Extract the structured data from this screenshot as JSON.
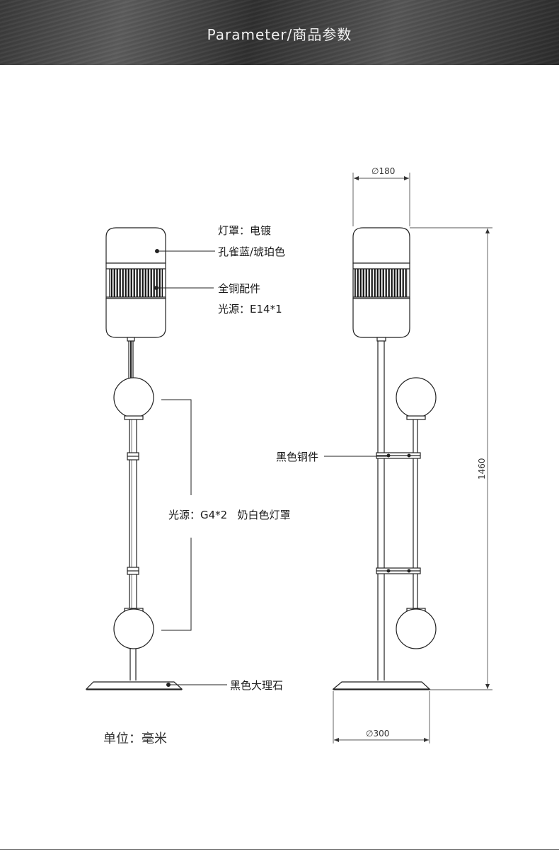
{
  "header": {
    "title": "Parameter/商品参数"
  },
  "front_view": {
    "labels": {
      "shade": "灯罩：电镀",
      "color": "孔雀蓝/琥珀色",
      "fittings": "全铜配件",
      "light_source_top": "光源：E14*1",
      "light_source_globes": "光源：G4*2   奶白色灯罩",
      "base": "黑色大理石"
    }
  },
  "side_view": {
    "labels": {
      "connector": "黑色铜件"
    },
    "dimensions": {
      "shade_diameter": "∅180",
      "base_diameter": "∅300",
      "height": "1460"
    }
  },
  "unit_note": "单位：毫米",
  "colors": {
    "line": "#222222",
    "header_text": "#f2f2f2"
  }
}
